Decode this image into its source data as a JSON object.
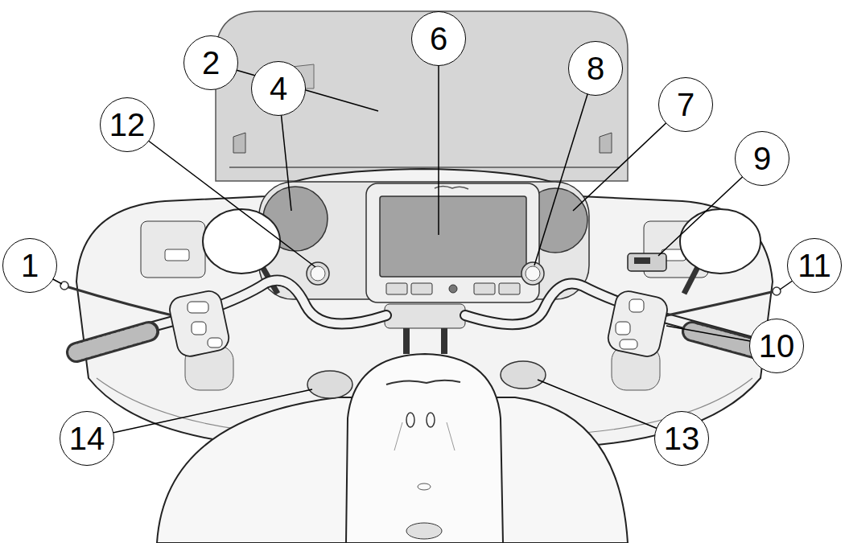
{
  "diagram": {
    "nodes": [
      {
        "text": [
          "6"
        ]
      },
      {
        "text": [
          "2"
        ]
      },
      {
        "text": [
          "8"
        ]
      },
      {
        "text": [
          "4"
        ]
      },
      {
        "text": [
          "7"
        ]
      },
      {
        "text": [
          "12"
        ]
      },
      {
        "text": [
          "9"
        ]
      },
      {
        "text": [
          "1"
        ]
      },
      {
        "text": [
          "11"
        ]
      },
      {
        "text": [
          "10"
        ]
      },
      {
        "text": [
          "14"
        ]
      },
      {
        "text": [
          "13"
        ]
      }
    ]
  }
}
